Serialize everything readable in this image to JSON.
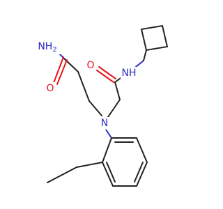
{
  "atoms": {
    "nh2": {
      "text": "NH",
      "sub": "2",
      "color": "#2a2acc"
    },
    "o_amide1": {
      "text": "O",
      "color": "#e8141a"
    },
    "o_amide2": {
      "text": "O",
      "color": "#e8141a"
    },
    "nh_amide": {
      "text": "NH",
      "color": "#2a2acc"
    },
    "n_amine": {
      "text": "N",
      "color": "#2a2acc"
    }
  }
}
